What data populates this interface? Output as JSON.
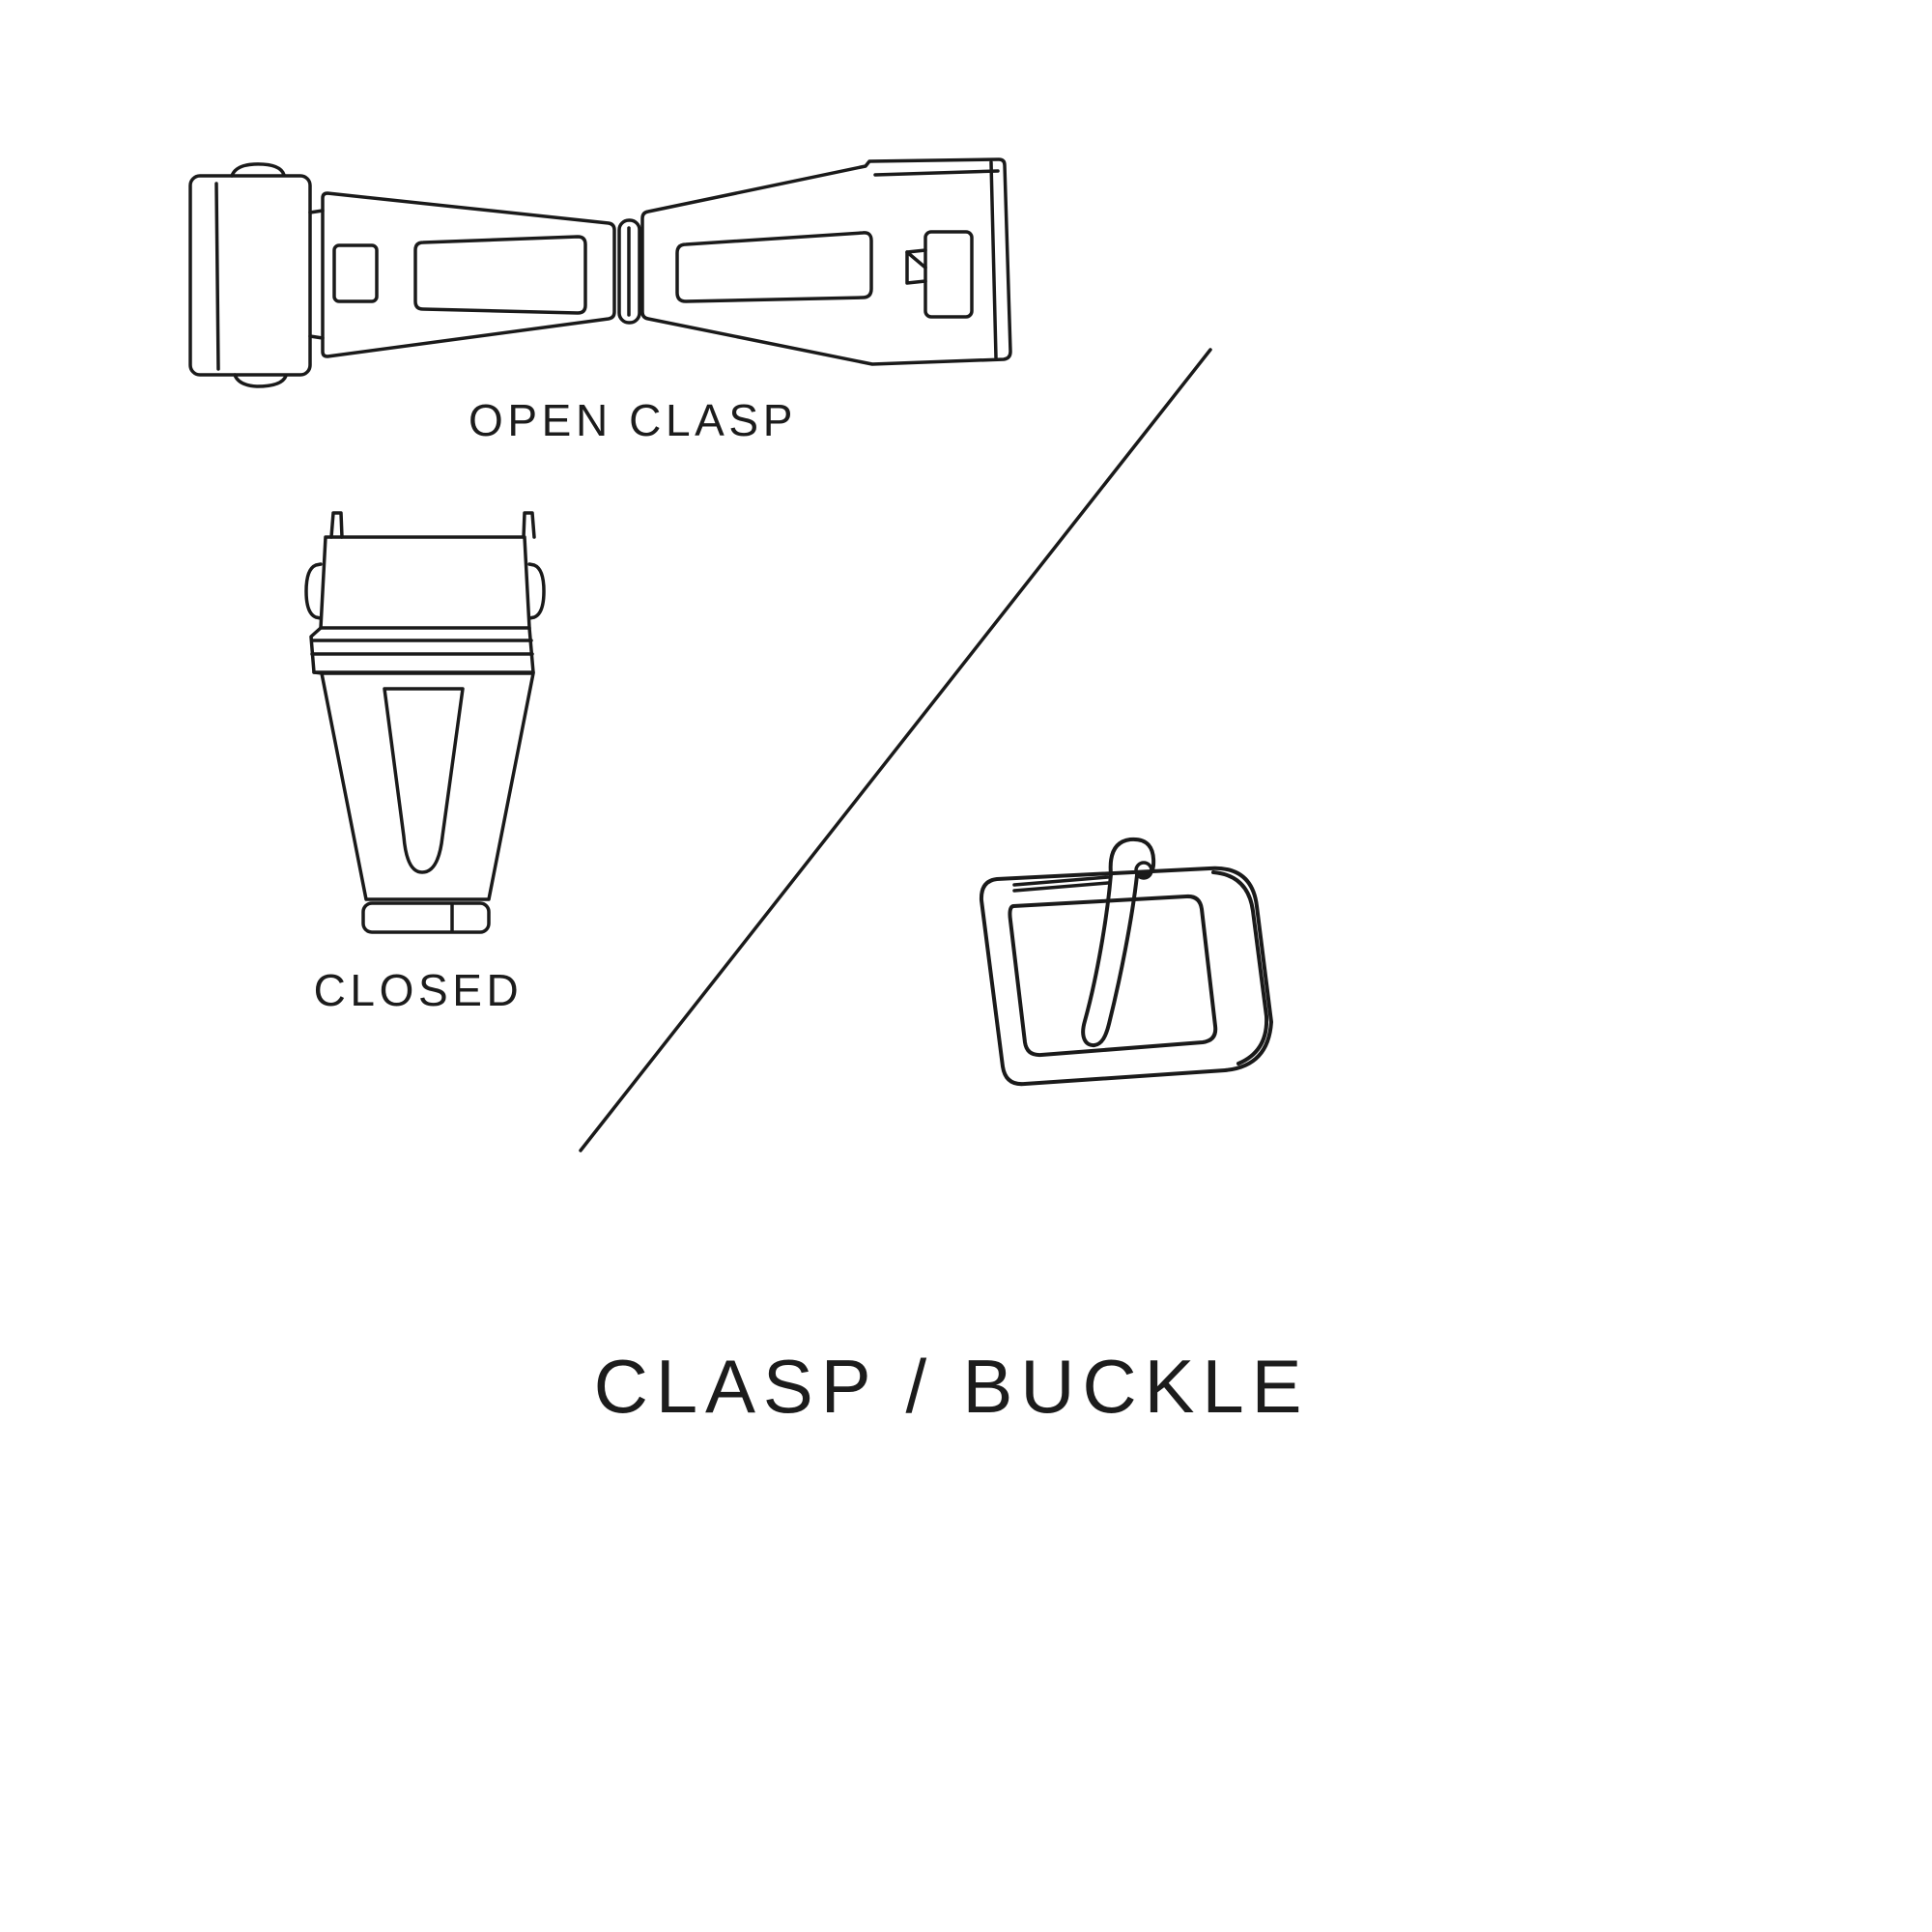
{
  "document": {
    "background_color": "#ffffff",
    "line_color": "#1a1a1a",
    "text_color": "#1c1c1c",
    "title": "CLASP / BUCKLE"
  },
  "figures": {
    "open_clasp": {
      "icon": "open-clasp-illustration",
      "caption": "OPEN CLASP"
    },
    "closed_clasp": {
      "icon": "closed-clasp-illustration",
      "caption": "CLOSED"
    },
    "buckle": {
      "icon": "buckle-illustration"
    },
    "divider": {
      "icon": "diagonal-divider-line"
    }
  }
}
